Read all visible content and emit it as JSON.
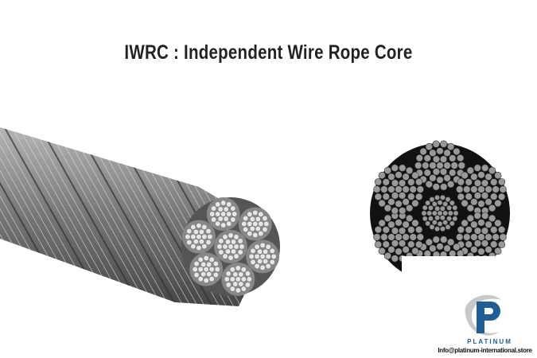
{
  "title": "IWRC : Independent Wire Rope Core",
  "logo": {
    "brand": "PLATINUM",
    "email": "Info@platinum-international.store"
  },
  "colors": {
    "brand_blue": "#1f5f96",
    "logo_gray": "#c8c8c8",
    "strand": "#8a8a8a",
    "core": "#111111"
  }
}
